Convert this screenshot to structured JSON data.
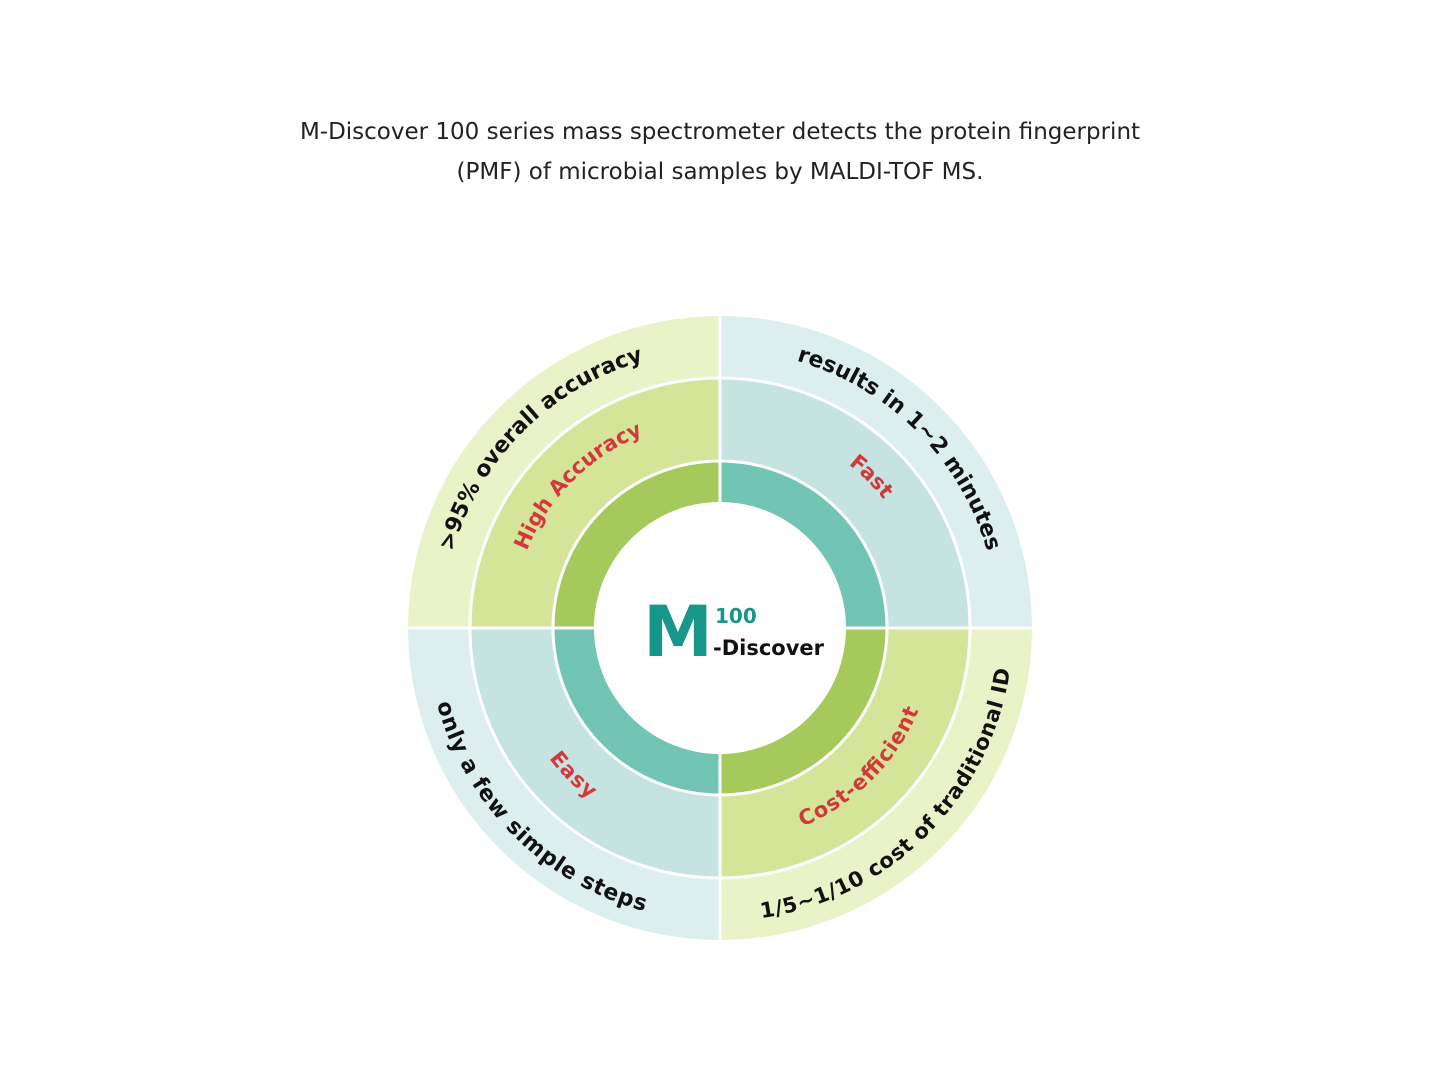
{
  "caption": {
    "line1": "M-Discover 100 series mass spectrometer detects the protein fingerprint",
    "line2": "(PMF) of microbial samples by MALDI-TOF MS."
  },
  "center": {
    "letter": "M",
    "superscript": "100",
    "suffix": "-Discover"
  },
  "quadrants": [
    {
      "id": "top-left",
      "label": "High Accuracy",
      "detail": ">95% overall accuracy"
    },
    {
      "id": "top-right",
      "label": "Fast",
      "detail": "results in 1~2 minutes"
    },
    {
      "id": "bottom-left",
      "label": "Easy",
      "detail": "only a few simple steps"
    },
    {
      "id": "bottom-right",
      "label": "Cost-efficient",
      "detail": "1/5~1/10 cost of traditional ID"
    }
  ],
  "colors": {
    "green_outer": "#eaf3c7",
    "green_mid": "#d4e59a",
    "green_inner": "#a5c95a",
    "teal_outer": "#dcefee",
    "teal_mid": "#c4e3e1",
    "teal_inner": "#72c4b5",
    "center_accent": "#16978a",
    "label_red": "#d2393b",
    "text_dark": "#111111"
  }
}
